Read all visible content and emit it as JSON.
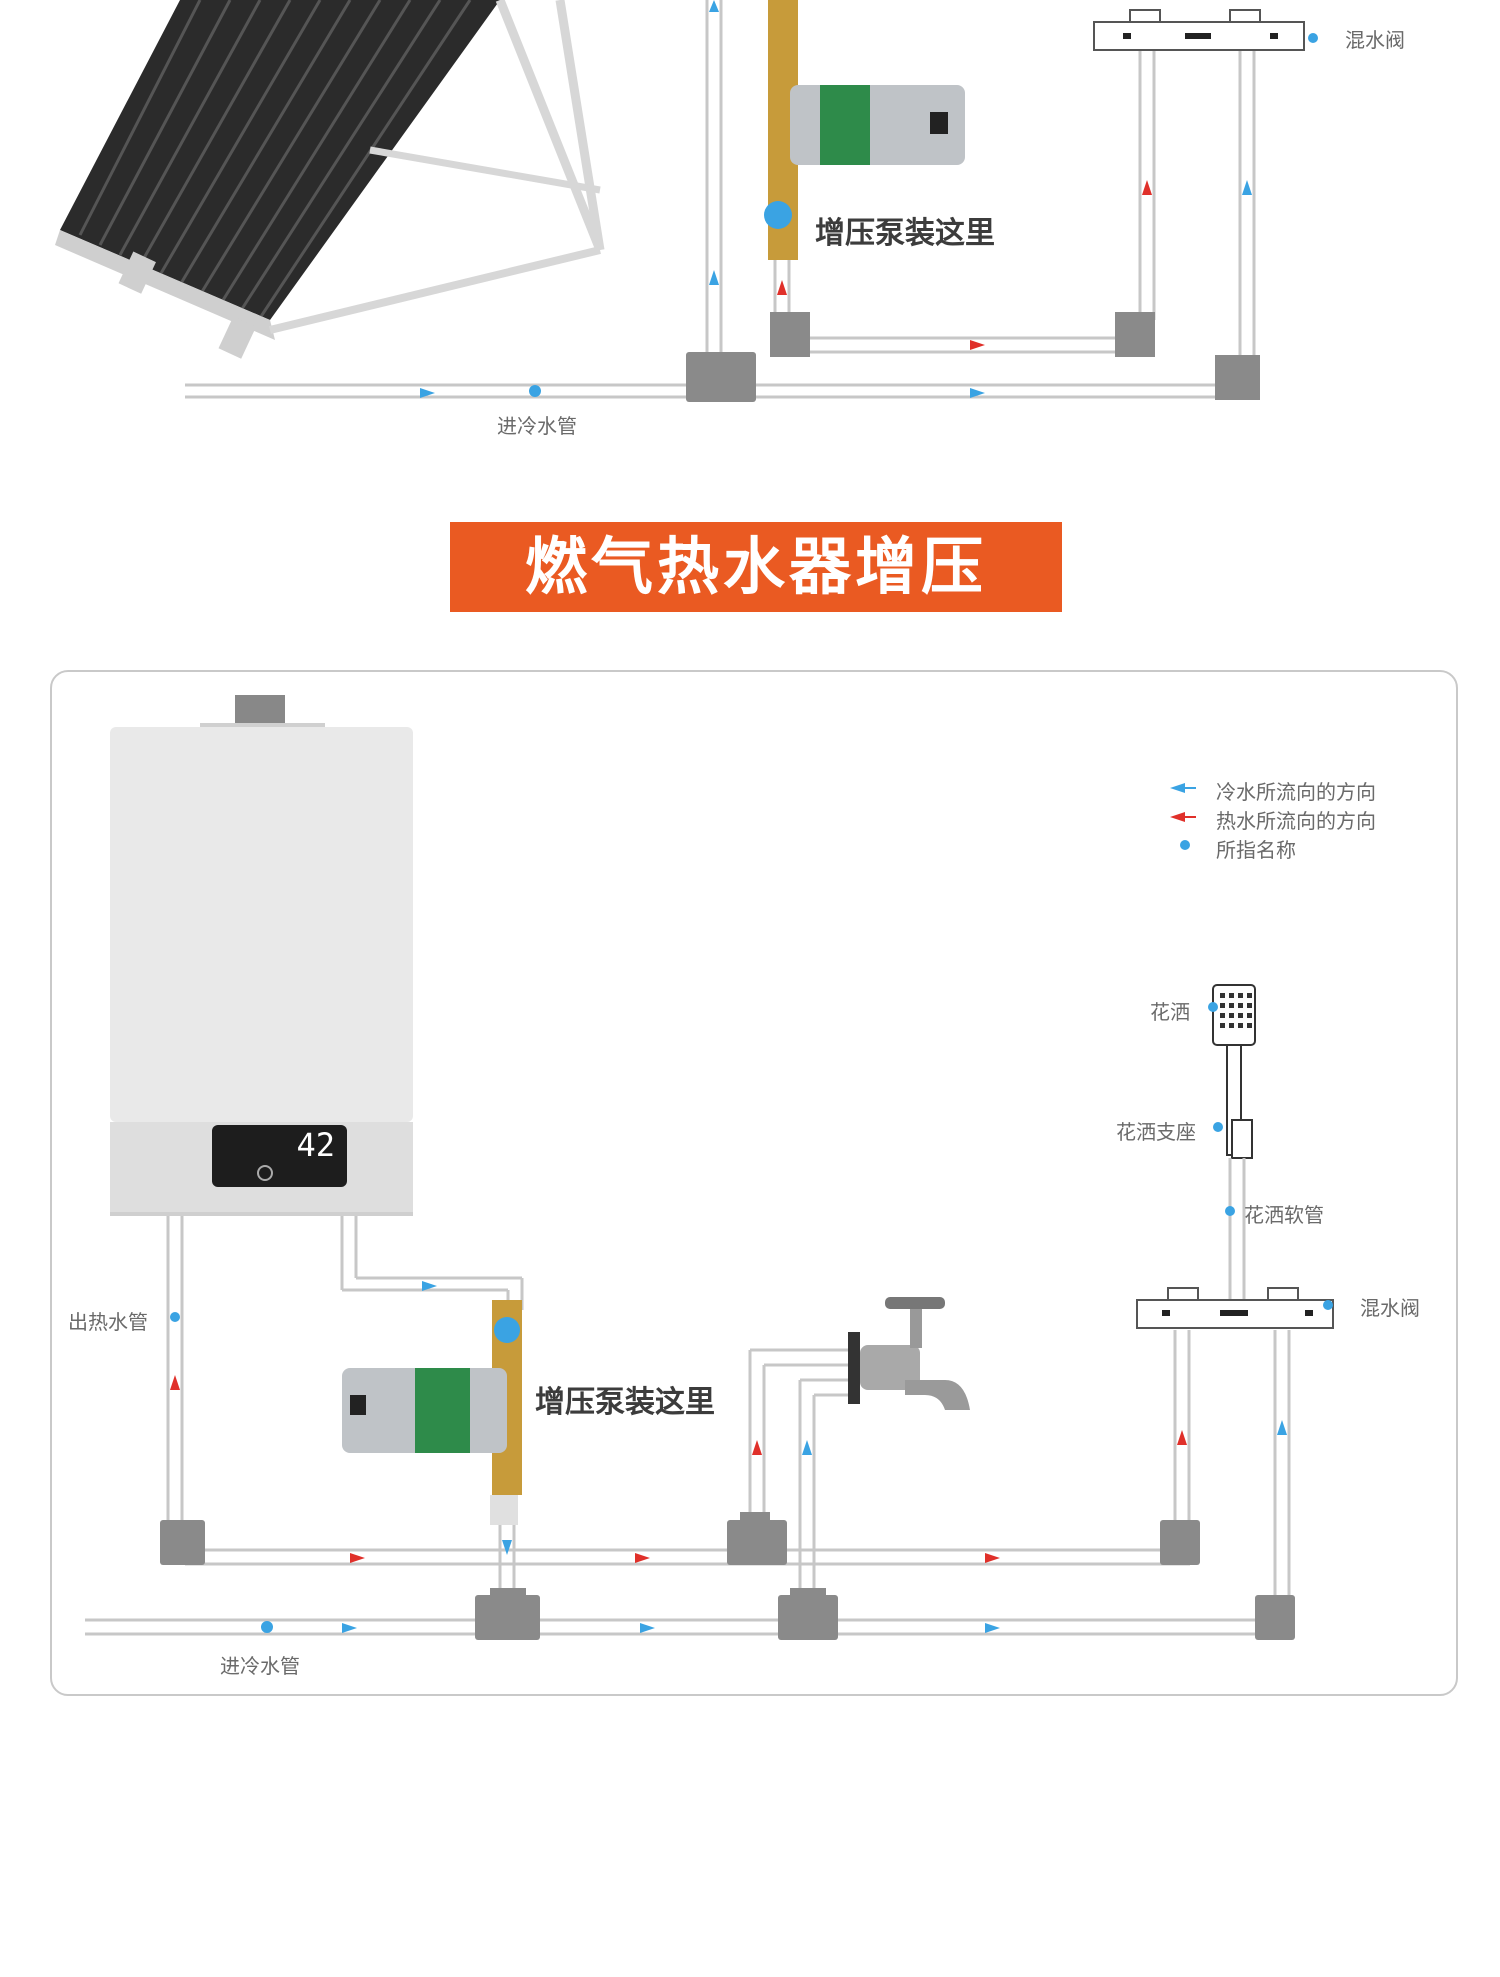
{
  "top_section": {
    "labels": {
      "mixing_valve": "混水阀",
      "pump_here": "增压泵装这里",
      "cold_inlet": "进冷水管"
    }
  },
  "banner": {
    "title": "燃气热水器增压"
  },
  "bottom_section": {
    "legend": {
      "cold_direction": "冷水所流向的方向",
      "hot_direction": "热水所流向的方向",
      "name_marker": "所指名称"
    },
    "heater_display": "42",
    "labels": {
      "shower_head": "花洒",
      "shower_holder": "花洒支座",
      "shower_hose": "花洒软管",
      "mixing_valve": "混水阀",
      "hot_outlet": "出热水管",
      "pump_here": "增压泵装这里",
      "cold_inlet": "进冷水管"
    }
  },
  "colors": {
    "banner": "#ea5a22",
    "cold_arrow": "#3aa3e3",
    "hot_arrow": "#e0302a",
    "pipe_joint": "#8a8a8a"
  }
}
